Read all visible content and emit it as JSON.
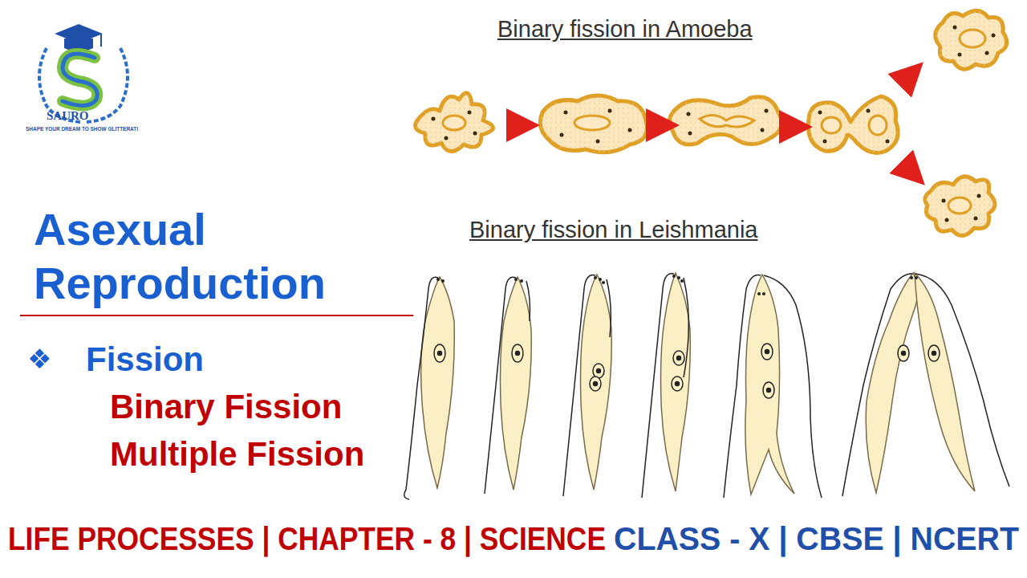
{
  "diagram": {
    "title": "Asexual Reproduction",
    "labels": [
      "SAURO",
      "SHAPE YOUR DREAM TO SHOW GLITTERATI",
      "Binary fission in Amoeba",
      "Binary fission in Leishmania",
      "❖",
      "Fission",
      "Binary Fission",
      "Multiple Fission",
      "LIFE PROCESSES | CHAPTER - 8 | SCIENCE",
      "CLASS - X | CBSE | NCERT"
    ]
  }
}
